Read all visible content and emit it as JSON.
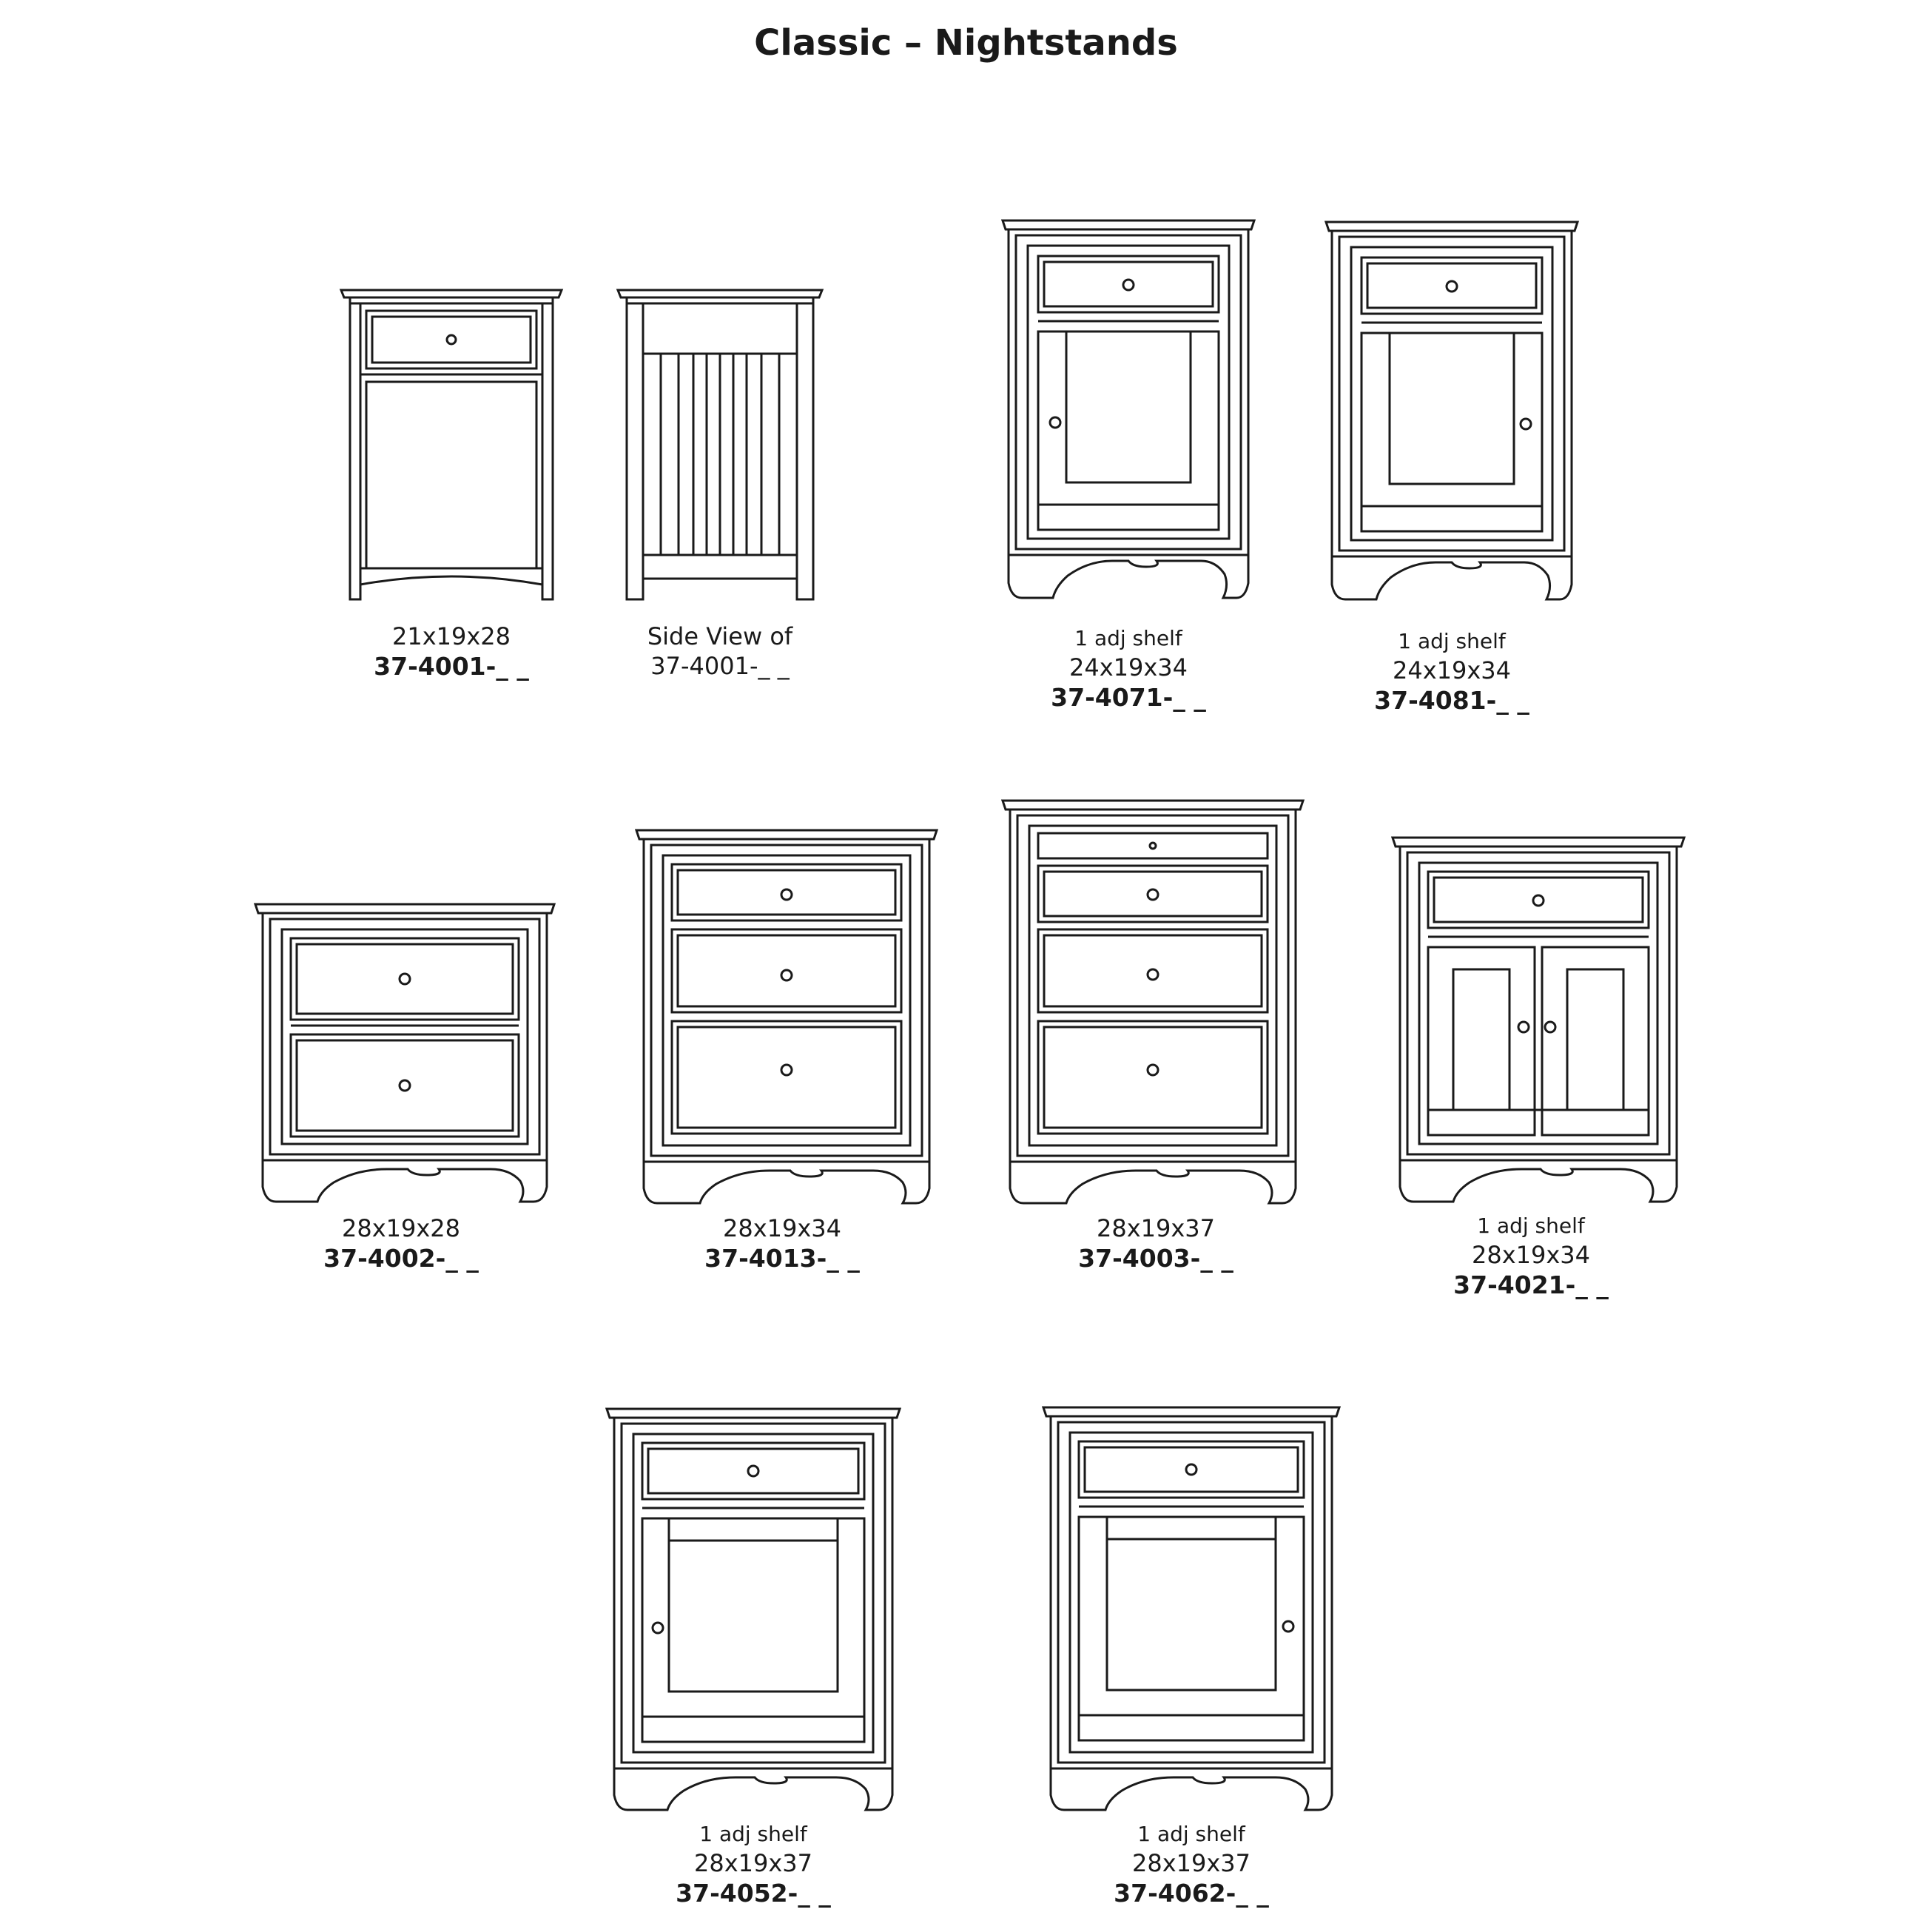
{
  "title": "Classic – Nightstands",
  "items": [
    {
      "id": "37-4001",
      "note": "",
      "dims": "21x19x28",
      "sku": "37-4001-_ _"
    },
    {
      "id": "37-4001-side",
      "note": "",
      "dims": "Side View of",
      "sku": "37-4001-_ _"
    },
    {
      "id": "37-4071",
      "note": "1 adj shelf",
      "dims": "24x19x34",
      "sku": "37-4071-_ _"
    },
    {
      "id": "37-4081",
      "note": "1 adj shelf",
      "dims": "24x19x34",
      "sku": "37-4081-_ _"
    },
    {
      "id": "37-4002",
      "note": "",
      "dims": "28x19x28",
      "sku": "37-4002-_ _"
    },
    {
      "id": "37-4013",
      "note": "",
      "dims": "28x19x34",
      "sku": "37-4013-_ _"
    },
    {
      "id": "37-4003",
      "note": "",
      "dims": "28x19x37",
      "sku": "37-4003-_ _"
    },
    {
      "id": "37-4021",
      "note": "1 adj shelf",
      "dims": "28x19x34",
      "sku": "37-4021-_ _"
    },
    {
      "id": "37-4052",
      "note": "1 adj shelf",
      "dims": "28x19x37",
      "sku": "37-4052-_ _"
    },
    {
      "id": "37-4062",
      "note": "1 adj shelf",
      "dims": "28x19x37",
      "sku": "37-4062-_ _"
    }
  ]
}
